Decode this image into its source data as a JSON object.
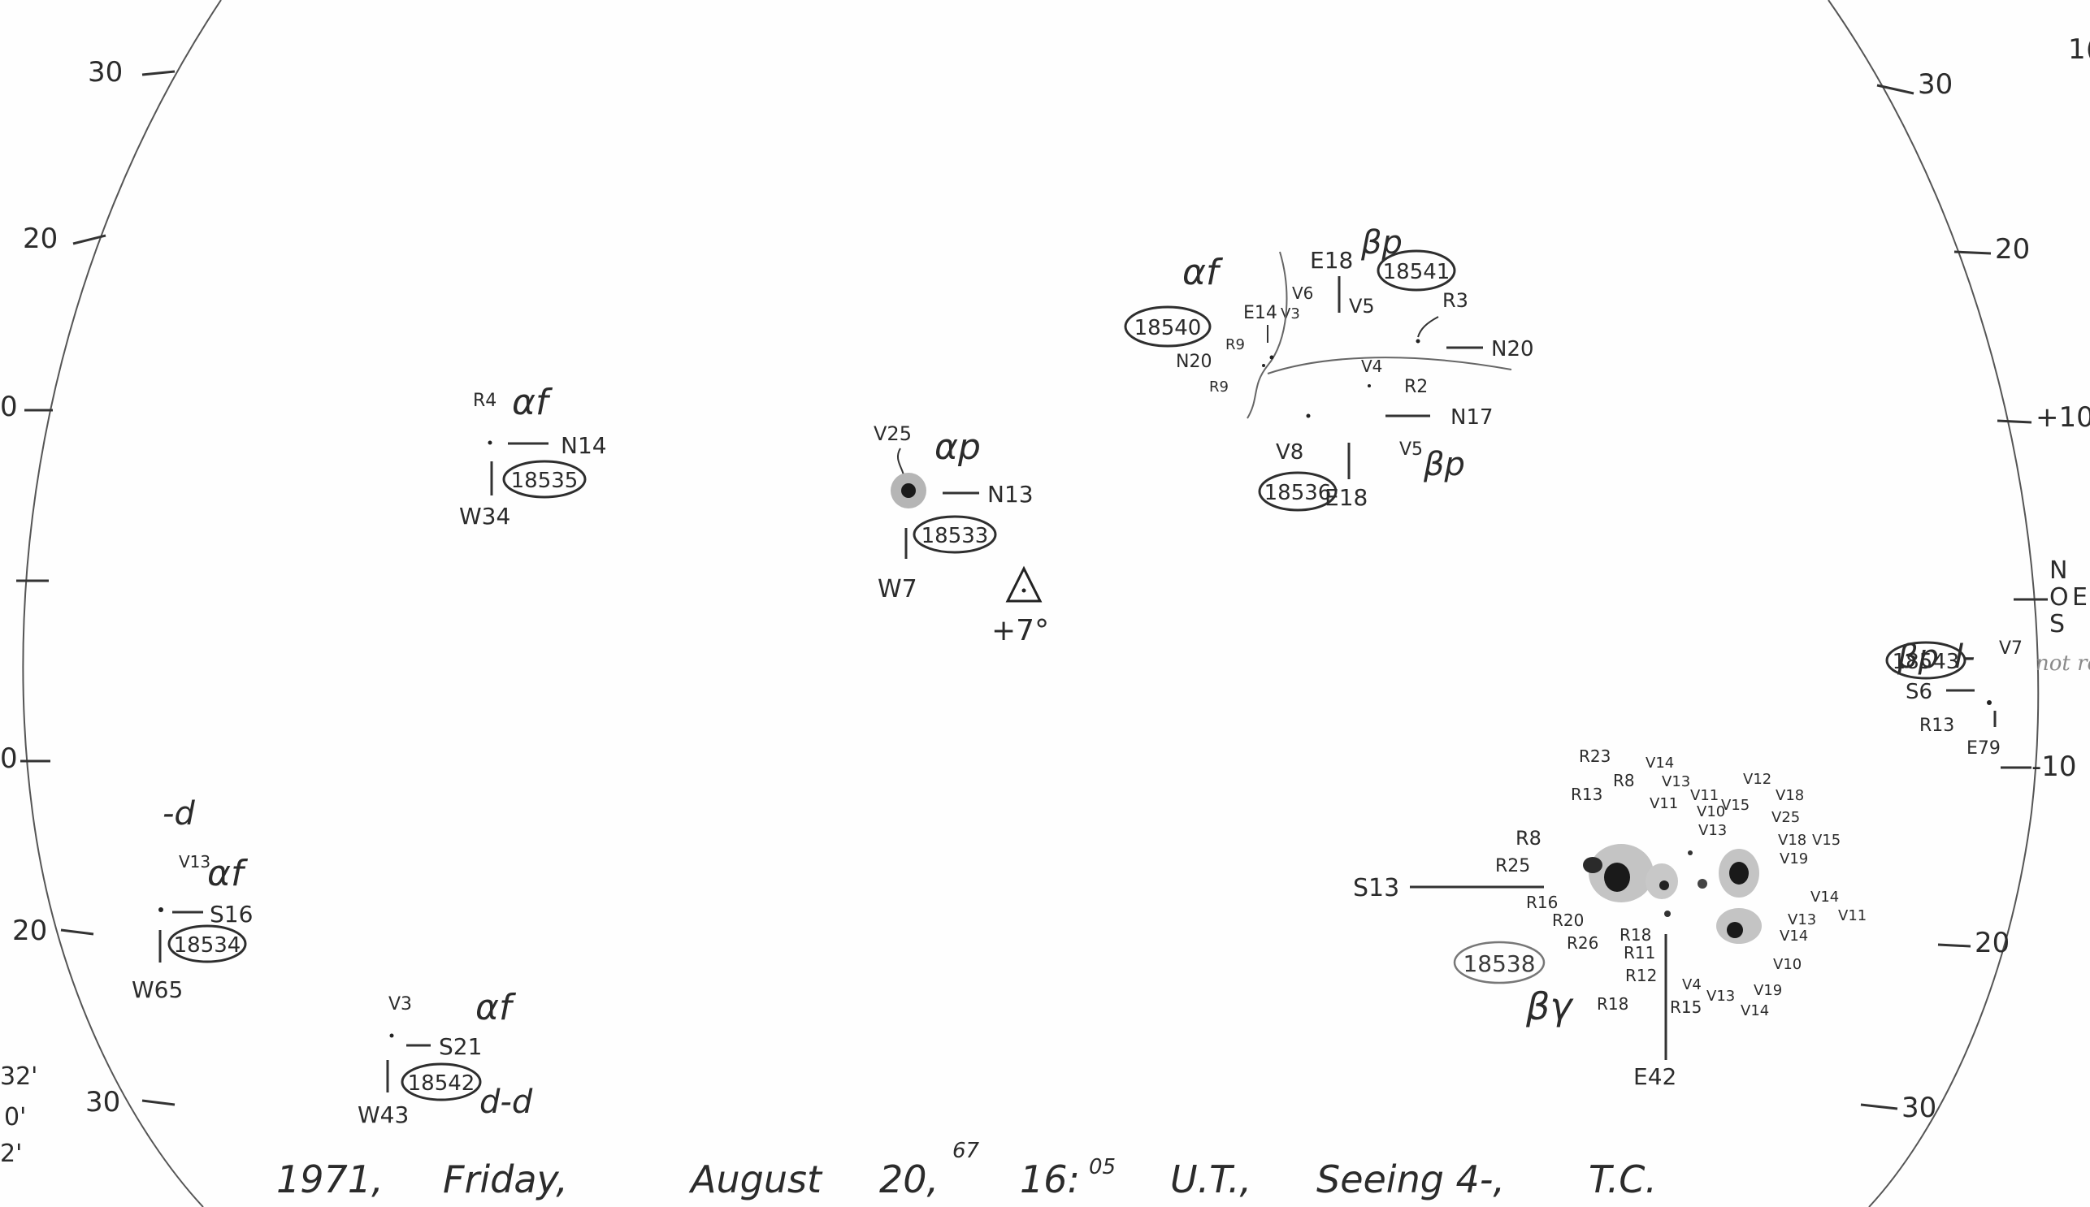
{
  "grid_labels": {
    "left": [
      "30",
      "20",
      "0",
      "0",
      "20",
      "30"
    ],
    "right": [
      "30",
      "20",
      "+10",
      "-10",
      "20",
      "30"
    ],
    "right_top_partial": "1(",
    "right_compass": [
      "N",
      "O",
      "E",
      "S"
    ]
  },
  "caption": "1971, Friday, August 20, 16:05 U.T., Seeing 4-, T.C.",
  "caption_parts": {
    "year": "1971,",
    "day": "Friday,",
    "month": "August",
    "date": "20,",
    "date_sup": "67",
    "time": "16:",
    "time_sup": "05",
    "ut": "U.T.,",
    "seeing": "Seeing 4-,",
    "observer": "T.C."
  },
  "left_margin_notes": [
    "32'",
    "0'",
    "2'"
  ],
  "inclination_marker": {
    "label": "+7°"
  },
  "regions": [
    {
      "id": "18535",
      "class": "αf",
      "lat": "N14",
      "lon": "W34",
      "notes": [
        "R4"
      ]
    },
    {
      "id": "18533",
      "class": "αp",
      "lat": "N13",
      "lon": "W7",
      "notes": [
        "V25"
      ]
    },
    {
      "id": "18540",
      "class": "αf",
      "lat": "N20",
      "lon": "E14",
      "notes": [
        "R9",
        "R9",
        "V3",
        "V6"
      ]
    },
    {
      "id": "18541",
      "class": "βp",
      "lat": "N20",
      "lon": "E18",
      "notes": [
        "V5",
        "R3"
      ]
    },
    {
      "id": "18536",
      "class": "βp",
      "lat": "N17",
      "lon": "E18",
      "notes": [
        "V4",
        "R2",
        "V8",
        "V5"
      ]
    },
    {
      "id": "18534",
      "class": "αf",
      "lat": "S16",
      "lon": "W65",
      "notes": [
        "V13",
        "-d"
      ]
    },
    {
      "id": "18542",
      "class": "αf",
      "lat": "S21",
      "lon": "W43",
      "notes": [
        "V3",
        "d-d"
      ]
    },
    {
      "id": "18543",
      "class": "βp",
      "lat": "S6",
      "lon": "E79",
      "notes": [
        "V7",
        "R13",
        "l-",
        "not returned"
      ]
    },
    {
      "id": "18538",
      "class": "βγ",
      "lat": "S13",
      "lon": "E42",
      "notes_left": [
        "R23",
        "R13",
        "R8",
        "R8",
        "R25",
        "R16",
        "R20",
        "R26",
        "R18",
        "R11",
        "R12",
        "R18",
        "R15"
      ],
      "notes_right": [
        "V14",
        "V13",
        "V11",
        "V11",
        "V10",
        "V13",
        "V15",
        "V12",
        "V18",
        "V25",
        "V18",
        "V15",
        "V19",
        "V14",
        "V13",
        "V11",
        "V14",
        "V10",
        "V19",
        "V13",
        "V14",
        "V4"
      ]
    }
  ]
}
